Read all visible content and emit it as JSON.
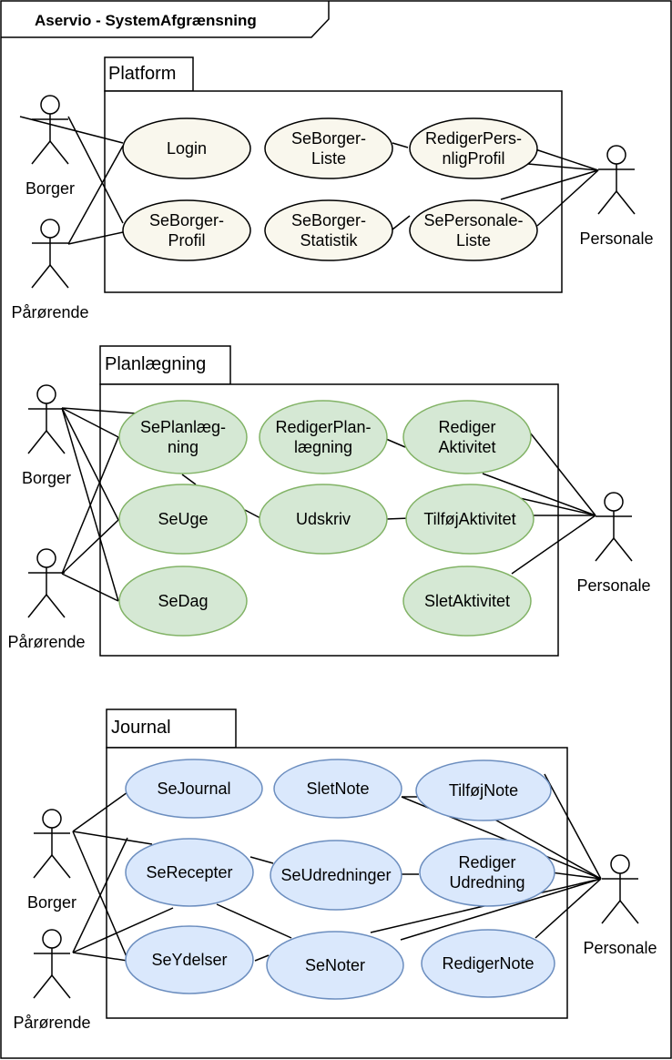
{
  "frame": {
    "title": "Aservio - SystemAfgrænsning"
  },
  "colors": {
    "platform_fill": "#f9f7ed",
    "platform_stroke": "#000000",
    "planning_fill": "#d5e8d4",
    "planning_stroke": "#82b366",
    "journal_fill": "#dae8fc",
    "journal_stroke": "#6c8ebf"
  },
  "packages": [
    {
      "id": "platform",
      "title": "Platform",
      "actors_left": [
        "Borger",
        "Pårørende"
      ],
      "actors_right": [
        "Personale"
      ],
      "use_cases": [
        {
          "id": "login",
          "lines": [
            "Login"
          ]
        },
        {
          "id": "seborgerprofil",
          "lines": [
            "SeBorger-",
            "Profil"
          ]
        },
        {
          "id": "seborgerliste",
          "lines": [
            "SeBorger-",
            "Liste"
          ]
        },
        {
          "id": "seborgerstatistik",
          "lines": [
            "SeBorger-",
            "Statistik"
          ]
        },
        {
          "id": "redigerpersonligprofil",
          "lines": [
            "RedigerPers-",
            "nligProfil"
          ]
        },
        {
          "id": "sepersonaleliste",
          "lines": [
            "SePersonale-",
            "Liste"
          ]
        }
      ]
    },
    {
      "id": "planning",
      "title": "Planlægning",
      "actors_left": [
        "Borger",
        "Pårørende"
      ],
      "actors_right": [
        "Personale"
      ],
      "use_cases": [
        {
          "id": "seplanlaegning",
          "lines": [
            "SePlanlæg-",
            "ning"
          ]
        },
        {
          "id": "seuge",
          "lines": [
            "SeUge"
          ]
        },
        {
          "id": "sedag",
          "lines": [
            "SeDag"
          ]
        },
        {
          "id": "redigerplanlaegning",
          "lines": [
            "RedigerPlan-",
            "lægning"
          ]
        },
        {
          "id": "udskriv",
          "lines": [
            "Udskriv"
          ]
        },
        {
          "id": "redigeraktivitet",
          "lines": [
            "Rediger",
            "Aktivitet"
          ]
        },
        {
          "id": "tilfojaktivitet",
          "lines": [
            "TilføjAktivitet"
          ]
        },
        {
          "id": "sletaktivitet",
          "lines": [
            "SletAktivitet"
          ]
        }
      ]
    },
    {
      "id": "journal",
      "title": "Journal",
      "actors_left": [
        "Borger",
        "Pårørende"
      ],
      "actors_right": [
        "Personale"
      ],
      "use_cases": [
        {
          "id": "sejournal",
          "lines": [
            "SeJournal"
          ]
        },
        {
          "id": "serecepter",
          "lines": [
            "SeRecepter"
          ]
        },
        {
          "id": "seydelser",
          "lines": [
            "SeYdelser"
          ]
        },
        {
          "id": "sletnote",
          "lines": [
            "SletNote"
          ]
        },
        {
          "id": "seudredninger",
          "lines": [
            "SeUdredninger"
          ]
        },
        {
          "id": "senoter",
          "lines": [
            "SeNoter"
          ]
        },
        {
          "id": "tilfojnote",
          "lines": [
            "TilføjNote"
          ]
        },
        {
          "id": "redigerudredning",
          "lines": [
            "Rediger",
            "Udredning"
          ]
        },
        {
          "id": "redigernote",
          "lines": [
            "RedigerNote"
          ]
        }
      ]
    }
  ]
}
